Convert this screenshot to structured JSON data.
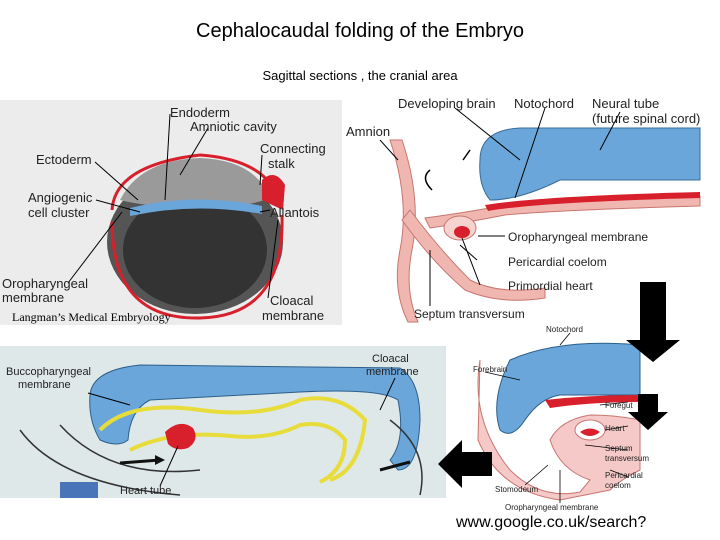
{
  "slide": {
    "title": "Cephalocaudal folding of the Embryo",
    "subtitle": "Sagittal sections , the cranial area",
    "caption": "Langman’s Medical Embryology",
    "source": "www.google.co.uk/search?"
  },
  "fig1": {
    "labels": {
      "endoderm": "Endoderm",
      "amniotic_cavity": "Amniotic cavity",
      "connecting_stalk_1": "Connecting",
      "connecting_stalk_2": "stalk",
      "ectoderm": "Ectoderm",
      "angiogenic_1": "Angiogenic",
      "angiogenic_2": "cell cluster",
      "allantois": "Allantois",
      "oropharyngeal_1": "Oropharyngeal",
      "oropharyngeal_2": "membrane",
      "cloacal_1": "Cloacal",
      "cloacal_2": "membrane"
    }
  },
  "fig2": {
    "labels": {
      "amnion": "Amnion",
      "developing_brain": "Developing brain",
      "notochord": "Notochord",
      "neural_tube_1": "Neural tube",
      "neural_tube_2": "(future spinal cord)",
      "oropharyngeal": "Oropharyngeal membrane",
      "pericardial": "Pericardial coelom",
      "heart": "Primordial heart",
      "septum": "Septum transversum"
    }
  },
  "fig3": {
    "labels": {
      "bucco_1": "Buccopharyngeal",
      "bucco_2": "membrane",
      "cloacal_1": "Cloacal",
      "cloacal_2": "membrane",
      "heart_tube": "Heart tube"
    }
  },
  "fig4": {
    "labels": {
      "notochord": "Notochord",
      "forebrain": "Forebrain",
      "foregut": "Foregut",
      "heart": "Heart",
      "septum_1": "Septum",
      "septum_2": "transversum",
      "pericardial_1": "Pericardial",
      "pericardial_2": "coelom",
      "stomodeum": "Stomodeum",
      "orophar": "Oropharyngeal membrane"
    }
  },
  "colors": {
    "neural": "#6aa6d9",
    "endoderm_yellow": "#e8dc3a",
    "red": "#d8202c",
    "pink": "#f0b7b0",
    "grey": "#6b6b6b"
  }
}
